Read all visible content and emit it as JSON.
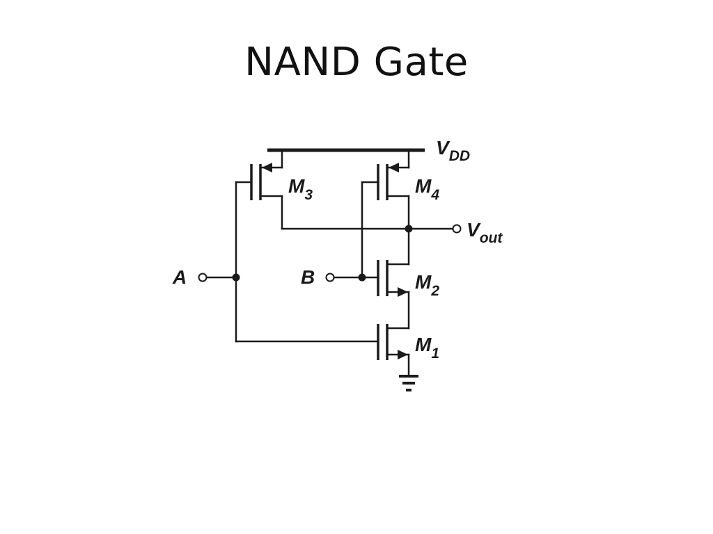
{
  "slide": {
    "title": "NAND Gate"
  },
  "diagram": {
    "supply": {
      "label": "V",
      "sub": "DD"
    },
    "output": {
      "label": "V",
      "sub": "out"
    },
    "inputs": [
      {
        "label": "A"
      },
      {
        "label": "B"
      }
    ],
    "transistors": [
      {
        "label": "M",
        "sub": "3",
        "type": "PMOS"
      },
      {
        "label": "M",
        "sub": "4",
        "type": "PMOS"
      },
      {
        "label": "M",
        "sub": "2",
        "type": "NMOS"
      },
      {
        "label": "M",
        "sub": "1",
        "type": "NMOS"
      }
    ],
    "ground": "ground-symbol",
    "colors": {
      "ink": "#1a1a1a",
      "background": "#ffffff"
    }
  }
}
